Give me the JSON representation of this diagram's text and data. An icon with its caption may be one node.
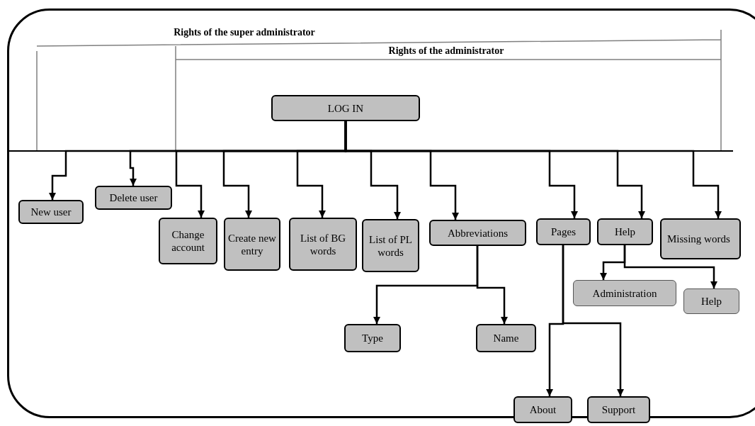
{
  "diagram": {
    "nodes": [
      {
        "text": [
          "LOG IN"
        ]
      },
      {
        "text": [
          "New user"
        ]
      },
      {
        "text": [
          "Delete user"
        ]
      },
      {
        "text": [
          "Change account"
        ]
      },
      {
        "text": [
          "Create new entry"
        ]
      },
      {
        "text": [
          "List of BG words"
        ]
      },
      {
        "text": [
          "List of PL words"
        ]
      },
      {
        "text": [
          "Abbreviations"
        ]
      },
      {
        "text": [
          "Pages"
        ]
      },
      {
        "text": [
          "Help"
        ]
      },
      {
        "text": [
          "Missing words"
        ]
      },
      {
        "text": [
          "Type"
        ]
      },
      {
        "text": [
          "Name"
        ]
      },
      {
        "text": [
          "Administration"
        ]
      },
      {
        "text": [
          "Help"
        ]
      },
      {
        "text": [
          "About"
        ]
      },
      {
        "text": [
          "Support"
        ]
      }
    ],
    "edges": [
      {
        "from": 0,
        "to": 1,
        "arrow": "to"
      },
      {
        "from": 0,
        "to": 2,
        "arrow": "to"
      },
      {
        "from": 0,
        "to": 3,
        "arrow": "to"
      },
      {
        "from": 0,
        "to": 4,
        "arrow": "to"
      },
      {
        "from": 0,
        "to": 5,
        "arrow": "to"
      },
      {
        "from": 0,
        "to": 6,
        "arrow": "to"
      },
      {
        "from": 0,
        "to": 7,
        "arrow": "to"
      },
      {
        "from": 0,
        "to": 8,
        "arrow": "to"
      },
      {
        "from": 0,
        "to": 9,
        "arrow": "to"
      },
      {
        "from": 0,
        "to": 10,
        "arrow": "to"
      },
      {
        "from": 7,
        "to": 11,
        "arrow": "to"
      },
      {
        "from": 7,
        "to": 12,
        "arrow": "to"
      },
      {
        "from": 8,
        "to": 15,
        "arrow": "to"
      },
      {
        "from": 8,
        "to": 16,
        "arrow": "to"
      },
      {
        "from": 9,
        "to": 13,
        "arrow": "to"
      },
      {
        "from": 9,
        "to": 14,
        "arrow": "to"
      }
    ],
    "labels": [
      "Rights of the super administrator",
      "Rights of the administrator"
    ]
  }
}
